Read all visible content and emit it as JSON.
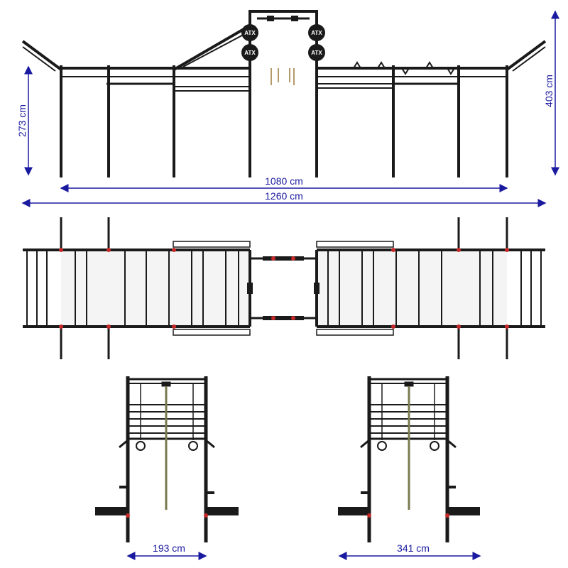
{
  "colors": {
    "frame": "#1a1a1a",
    "dimension": "#1a1aa0",
    "accent_red": "#c62828",
    "rope": "#7a7a50",
    "panel": "#f4f4f4"
  },
  "front_view": {
    "height_left": "273 cm",
    "height_right": "403 cm",
    "width_inner": "1080 cm",
    "width_total": "1260 cm",
    "logo_text": "ATX"
  },
  "side_views": {
    "left_width": "193 cm",
    "right_width": "341 cm"
  },
  "icons": [
    "dimension-arrow",
    "atx-logo-plate"
  ]
}
